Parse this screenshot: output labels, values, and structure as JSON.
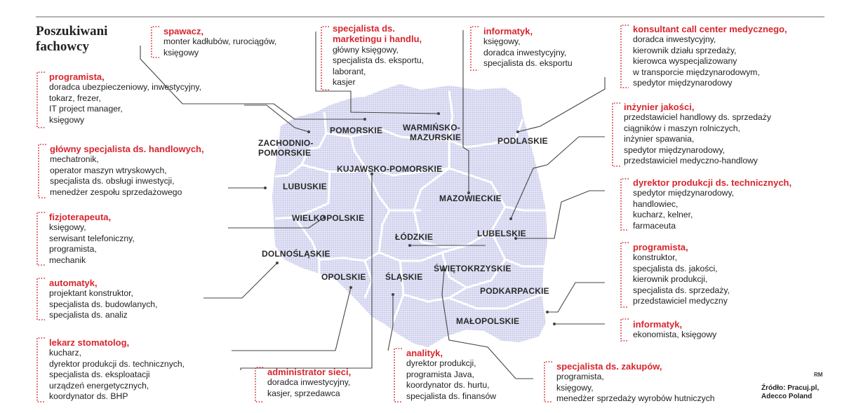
{
  "title": [
    "Poszukiwani",
    "fachowcy"
  ],
  "source": [
    "Źródło: Pracuj.pl,",
    "Adecco Poland"
  ],
  "credit": "RM",
  "colors": {
    "accent": "#d7262e",
    "map_fill": "#dcdcf2",
    "text": "#1f1f1f"
  },
  "regions": {
    "zachodniopomorskie": [
      "ZACHODNIO-",
      "POMORSKIE"
    ],
    "pomorskie": "POMORSKIE",
    "warminsko": [
      "WARMIŃSKO-",
      "MAZURSKIE"
    ],
    "podlaskie": "PODLASKIE",
    "kujawsko": "KUJAWSKO-POMORSKIE",
    "lubuskie": "LUBUSKIE",
    "mazowieckie": "MAZOWIECKIE",
    "wielkopolskie": "WIELKOPOLSKIE",
    "lodzkie": "ŁÓDZKIE",
    "lubelskie": "LUBELSKIE",
    "dolnoslaskie": "DOLNOŚLĄSKIE",
    "opolskie": "OPOLSKIE",
    "slaskie": "ŚLĄSKIE",
    "swietokrzyskie": "ŚWIĘTOKRZYSKIE",
    "podkarpackie": "PODKARPACKIE",
    "malopolskie": "MAŁOPOLSKIE"
  },
  "boxes": {
    "spawacz": {
      "head": [
        "spawacz,"
      ],
      "items": [
        "monter kadłubów, rurociągów,",
        "księgowy"
      ]
    },
    "marketing": {
      "head": [
        "specjalista ds.",
        "marketingu i handlu,"
      ],
      "items": [
        "główny księgowy,",
        "specjalista ds. eksportu,",
        "laborant,",
        "kasjer"
      ]
    },
    "informatyk_top": {
      "head": [
        "informatyk,"
      ],
      "items": [
        "księgowy,",
        "doradca inwestycyjny,",
        "specjalista ds. eksportu"
      ]
    },
    "konsultant": {
      "head": [
        "konsultant call center medycznego,"
      ],
      "items": [
        "doradca inwestycyjny,",
        "kierownik działu sprzedaży,",
        "kierowca wyspecjalizowany",
        "w transporcie międzynarodowym,",
        "spedytor międzynarodowy"
      ]
    },
    "programista_top": {
      "head": [
        "programista,"
      ],
      "items": [
        "doradca ubezpieczeniowy, inwestycyjny,",
        "tokarz, frezer,",
        "IT project manager,",
        "księgowy"
      ]
    },
    "inzynier": {
      "head": [
        "inżynier jakości,"
      ],
      "items": [
        "przedstawiciel handlowy ds. sprzedaży",
        "ciągników i maszyn rolniczych,",
        "inżynier spawania,",
        "spedytor międzynarodowy,",
        "przedstawiciel medyczno-handlowy"
      ]
    },
    "glowny": {
      "head": [
        "główny specjalista ds. handlowych,"
      ],
      "items": [
        "mechatronik,",
        "operator maszyn wtryskowych,",
        "specjalista ds. obsługi inwestycji,",
        "menedżer zespołu sprzedażowego"
      ]
    },
    "dyrektor": {
      "head": [
        "dyrektor produkcji ds. technicznych,"
      ],
      "items": [
        "spedytor międzynarodowy,",
        "handlowiec,",
        "kucharz, kelner,",
        "farmaceuta"
      ]
    },
    "fizjo": {
      "head": [
        "fizjoterapeuta,"
      ],
      "items": [
        "księgowy,",
        "serwisant telefoniczny,",
        "programista,",
        "mechanik"
      ]
    },
    "programista_right": {
      "head": [
        "programista,"
      ],
      "items": [
        "konstruktor,",
        "specjalista ds. jakości,",
        "kierownik produkcji,",
        "specjalista ds. sprzedaży,",
        "przedstawiciel medyczny"
      ]
    },
    "automatyk": {
      "head": [
        "automatyk,"
      ],
      "items": [
        "projektant konstruktor,",
        "specjalista ds. budowlanych,",
        "specjalista ds. analiz"
      ]
    },
    "informatyk_right": {
      "head": [
        "informatyk,"
      ],
      "items": [
        "ekonomista, księgowy"
      ]
    },
    "lekarz": {
      "head": [
        "lekarz stomatolog,"
      ],
      "items": [
        "kucharz,",
        "dyrektor produkcji ds. technicznych,",
        "specjalista ds. eksploatacji",
        "urządzeń energetycznych,",
        "koordynator ds. BHP"
      ]
    },
    "admin": {
      "head": [
        "administrator sieci,"
      ],
      "items": [
        "doradca inwestycyjny,",
        "kasjer, sprzedawca"
      ]
    },
    "analityk": {
      "head": [
        "analityk,"
      ],
      "items": [
        "dyrektor produkcji,",
        "programista Java,",
        "koordynator ds. hurtu,",
        "specjalista ds. finansów"
      ]
    },
    "zakupy": {
      "head": [
        "specjalista ds. zakupów,"
      ],
      "items": [
        "programista,",
        "księgowy,",
        "menedżer sprzedaży wyrobów hutniczych"
      ]
    }
  }
}
